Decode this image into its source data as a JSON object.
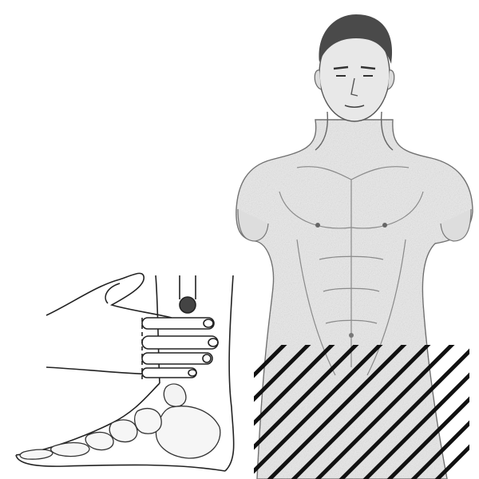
{
  "figure": {
    "panels": [
      {
        "name": "male-torso",
        "shading": "sketch"
      },
      {
        "name": "ankle-with-fingers",
        "shading": "line-art"
      }
    ],
    "hatch_region": {
      "pattern": "diagonal-lines",
      "color": "#111111"
    },
    "colors": {
      "ink": "#222222",
      "paper": "#ffffff",
      "shade": "#bdbdbd",
      "marker": "#444444"
    }
  }
}
